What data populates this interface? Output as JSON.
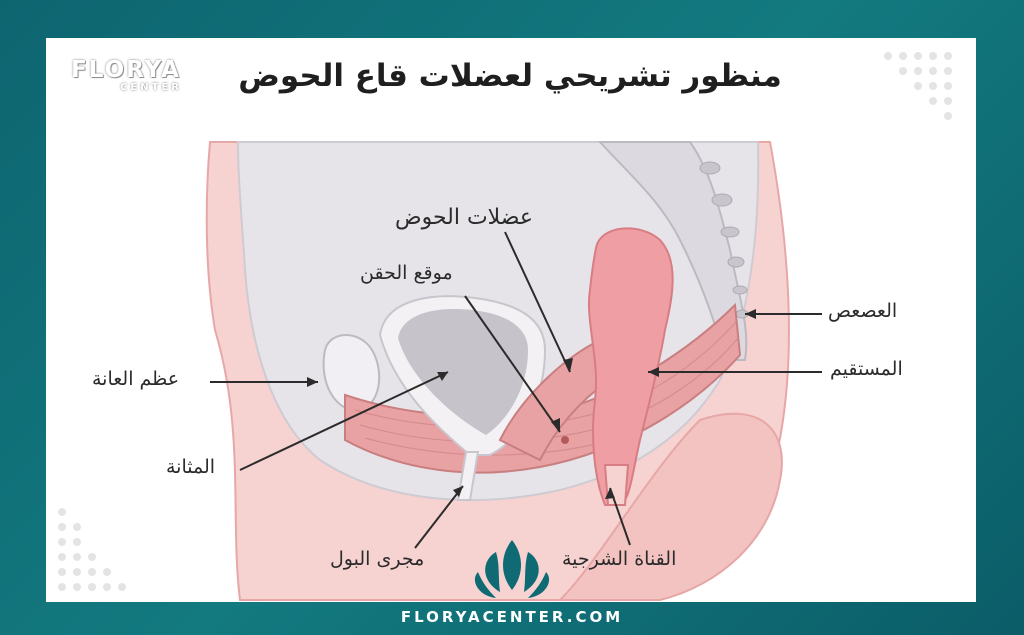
{
  "brand": {
    "logo_text": "FLORYA",
    "logo_subtext": "CENTER",
    "website": "FLORYACENTER.COM"
  },
  "title": "منظور تشريحي لعضلات قاع الحوض",
  "labels": {
    "pelvic_muscles": "عضلات الحوض",
    "injection_site": "موقع الحقن",
    "coccyx": "العصعص",
    "pubic_bone": "عظم العانة",
    "rectum": "المستقيم",
    "bladder": "المثانة",
    "urethra": "مجرى البول",
    "anal_canal": "القناة الشرجية"
  },
  "colors": {
    "frame": "#0f6a74",
    "skin": "#f6d3d1",
    "muscle": "#e9a2a3",
    "organ_pink": "#ef9fa4",
    "tissue_grey": "#e3e1e6",
    "bladder_fill": "#c7c3cb"
  }
}
